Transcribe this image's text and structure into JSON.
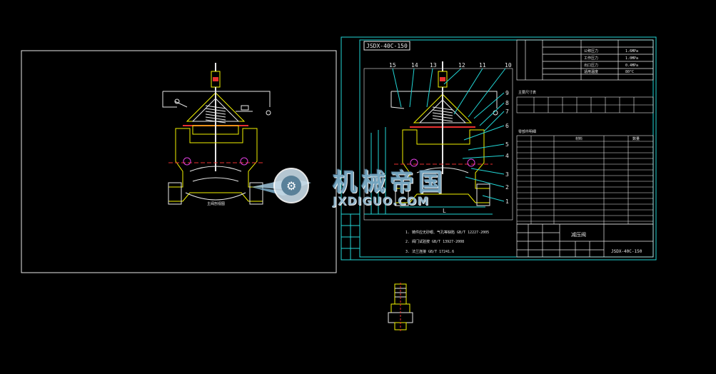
{
  "drawing_code": "JSDX-40C-150",
  "title_block": {
    "part_name": "减压阀",
    "drawing_no": "JSDX-40C-150",
    "material_col": "材料",
    "qty_col": "数量"
  },
  "tech_params": {
    "rows": [
      {
        "k": "公称压力",
        "v": "1.6MPa"
      },
      {
        "k": "工作压力",
        "v": "1.0MPa"
      },
      {
        "k": "出口压力",
        "v": "0.4MPa"
      },
      {
        "k": "适用温度",
        "v": "80°C"
      }
    ]
  },
  "dimension_table_title": "主要尺寸表",
  "parts_table_title": "零部件明细",
  "notes": [
    "1. 铸件应无砂眼、气孔等缺陷 GB/T 12227-2005",
    "2. 阀门试验按 GB/T 13927-2008",
    "3. 法兰连接 GB/T 17241.6"
  ],
  "dim_label_L": "L",
  "balloons": [
    "15",
    "14",
    "13",
    "12",
    "11",
    "10",
    "9",
    "8",
    "7",
    "6",
    "5",
    "4",
    "3",
    "2",
    "1"
  ],
  "watermark": {
    "cn": "机械帝国",
    "en": "JXDIGUO.COM"
  },
  "small_caption": "主阀剖视图",
  "colors": {
    "cyan": "#22d6d6",
    "yellow": "#f2f200",
    "white": "#e8e8e8",
    "red": "#e83030",
    "magenta": "#e040e0",
    "green": "#30d030"
  }
}
